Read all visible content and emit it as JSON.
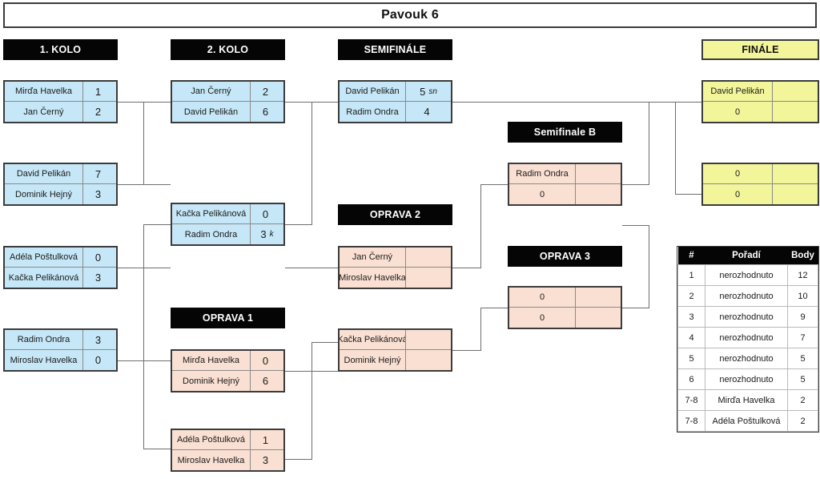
{
  "title": "Pavouk 6",
  "headers": {
    "round1": "1. KOLO",
    "round2": "2. KOLO",
    "semifinale": "SEMIFINÁLE",
    "semifinale_b": "Semifinale B",
    "finale": "FINÁLE",
    "oprava1": "OPRAVA 1",
    "oprava2": "OPRAVA 2",
    "oprava3": "OPRAVA 3"
  },
  "round1": [
    {
      "top": {
        "name": "Mirďa Havelka",
        "score": "1",
        "mark": ""
      },
      "bottom": {
        "name": "Jan Černý",
        "score": "2",
        "mark": ""
      }
    },
    {
      "top": {
        "name": "David Pelikán",
        "score": "7",
        "mark": ""
      },
      "bottom": {
        "name": "Dominik Hejný",
        "score": "3",
        "mark": ""
      }
    },
    {
      "top": {
        "name": "Adéla Poštulková",
        "score": "0",
        "mark": ""
      },
      "bottom": {
        "name": "Kačka Pelikánová",
        "score": "3",
        "mark": ""
      }
    },
    {
      "top": {
        "name": "Radim Ondra",
        "score": "3",
        "mark": ""
      },
      "bottom": {
        "name": "Miroslav Havelka",
        "score": "0",
        "mark": ""
      }
    }
  ],
  "round2": [
    {
      "top": {
        "name": "Jan Černý",
        "score": "2",
        "mark": ""
      },
      "bottom": {
        "name": "David Pelikán",
        "score": "6",
        "mark": ""
      }
    },
    {
      "top": {
        "name": "Kačka Pelikánová",
        "score": "0",
        "mark": ""
      },
      "bottom": {
        "name": "Radim Ondra",
        "score": "3",
        "mark": "k"
      }
    }
  ],
  "oprava1": [
    {
      "top": {
        "name": "Mirďa Havelka",
        "score": "0",
        "mark": ""
      },
      "bottom": {
        "name": "Dominik Hejný",
        "score": "6",
        "mark": ""
      }
    },
    {
      "top": {
        "name": "Adéla Poštulková",
        "score": "1",
        "mark": ""
      },
      "bottom": {
        "name": "Miroslav Havelka",
        "score": "3",
        "mark": ""
      }
    }
  ],
  "semifinale": [
    {
      "top": {
        "name": "David Pelikán",
        "score": "5",
        "mark": "sn"
      },
      "bottom": {
        "name": "Radim Ondra",
        "score": "4",
        "mark": ""
      }
    }
  ],
  "semifinale_b": [
    {
      "top": {
        "name": "Radim Ondra",
        "score": "",
        "mark": ""
      },
      "bottom": {
        "name": "0",
        "score": "",
        "mark": ""
      }
    }
  ],
  "oprava2": [
    {
      "top": {
        "name": "Jan Černý",
        "score": "",
        "mark": ""
      },
      "bottom": {
        "name": "Miroslav Havelka",
        "score": "",
        "mark": ""
      }
    },
    {
      "top": {
        "name": "Kačka Pelikánová",
        "score": "",
        "mark": ""
      },
      "bottom": {
        "name": "Dominik Hejný",
        "score": "",
        "mark": ""
      }
    }
  ],
  "oprava3": [
    {
      "top": {
        "name": "0",
        "score": "",
        "mark": ""
      },
      "bottom": {
        "name": "0",
        "score": "",
        "mark": ""
      }
    }
  ],
  "finale": [
    {
      "top": {
        "name": "David Pelikán",
        "score": "",
        "mark": ""
      },
      "bottom": {
        "name": "0",
        "score": "",
        "mark": ""
      }
    },
    {
      "top": {
        "name": "0",
        "score": "",
        "mark": ""
      },
      "bottom": {
        "name": "0",
        "score": "",
        "mark": ""
      }
    }
  ],
  "standings": {
    "columns": [
      "#",
      "Pořadí",
      "Body"
    ],
    "rows": [
      {
        "rank": "1",
        "name": "nerozhodnuto",
        "points": "12"
      },
      {
        "rank": "2",
        "name": "nerozhodnuto",
        "points": "10"
      },
      {
        "rank": "3",
        "name": "nerozhodnuto",
        "points": "9"
      },
      {
        "rank": "4",
        "name": "nerozhodnuto",
        "points": "7"
      },
      {
        "rank": "5",
        "name": "nerozhodnuto",
        "points": "5"
      },
      {
        "rank": "6",
        "name": "nerozhodnuto",
        "points": "5"
      },
      {
        "rank": "7-8",
        "name": "Mirďa Havelka",
        "points": "2"
      },
      {
        "rank": "7-8",
        "name": "Adéla Poštulková",
        "points": "2"
      }
    ]
  },
  "colors": {
    "blue": "#c6e7f7",
    "peach": "#fae0d3",
    "yellow": "#f2f59a",
    "header_black": "#050505",
    "border": "#3b3b3b",
    "line": "#6e6e6e"
  }
}
